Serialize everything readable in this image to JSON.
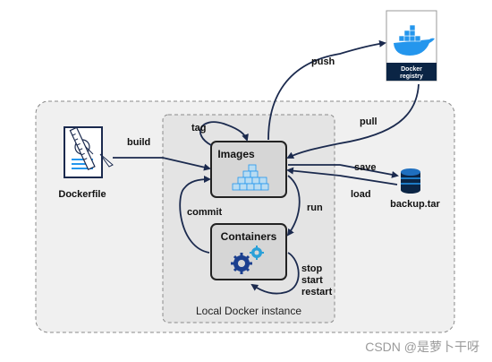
{
  "diagram": {
    "dockerfile_label": "Dockerfile",
    "images_label": "Images",
    "containers_label": "Containers",
    "local_instance_label": "Local Docker instance",
    "registry_label_line1": "Docker",
    "registry_label_line2": "registry",
    "backup_label": "backup.tar",
    "edges": {
      "build": "build",
      "tag": "tag",
      "push": "push",
      "pull": "pull",
      "save": "save",
      "load": "load",
      "run": "run",
      "commit": "commit",
      "stop": "stop",
      "start": "start",
      "restart": "restart"
    }
  },
  "watermark": "CSDN @是萝卜干呀",
  "colors": {
    "arrow": "#1b2a4e",
    "outer_region": "#f0f0f0",
    "inner_region": "#e4e4e4",
    "node_fill": "#d6d6d6",
    "docker_blue": "#2496ed",
    "registry_bar": "#0b2545"
  }
}
